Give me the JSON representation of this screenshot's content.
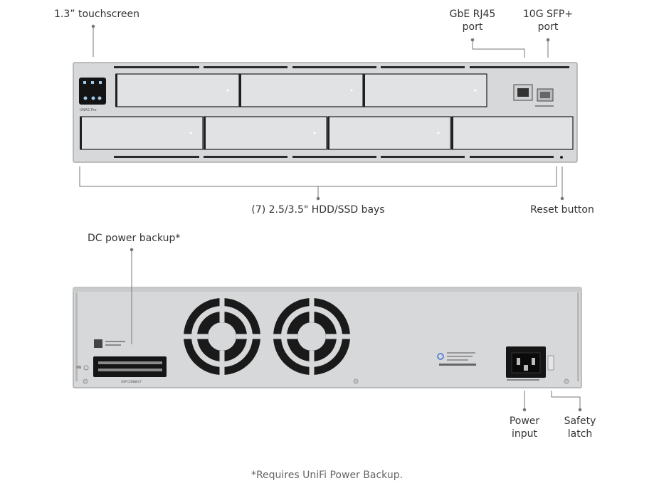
{
  "front_labels": {
    "touchscreen": "1.3” touchscreen",
    "rj45_line1": "GbE RJ45",
    "rj45_line2": "port",
    "sfp_line1": "10G SFP+",
    "sfp_line2": "port",
    "bays": "(7) 2.5/3.5\" HDD/SSD bays",
    "reset": "Reset button"
  },
  "rear_labels": {
    "dc_backup": "DC power backup*",
    "power_line1": "Power",
    "power_line2": "input",
    "latch_line1": "Safety",
    "latch_line2": "latch"
  },
  "device": {
    "model_text": "UNAS Pro",
    "usp_connect_text": "USP CONNECT"
  },
  "footnote": "*Requires UniFi Power Backup.",
  "colors": {
    "chassis": "#d7d8da",
    "chassis_edge": "#a9abae",
    "bay_face": "#e1e2e4",
    "dark": "#1b1b1b",
    "leader": "#777777"
  }
}
